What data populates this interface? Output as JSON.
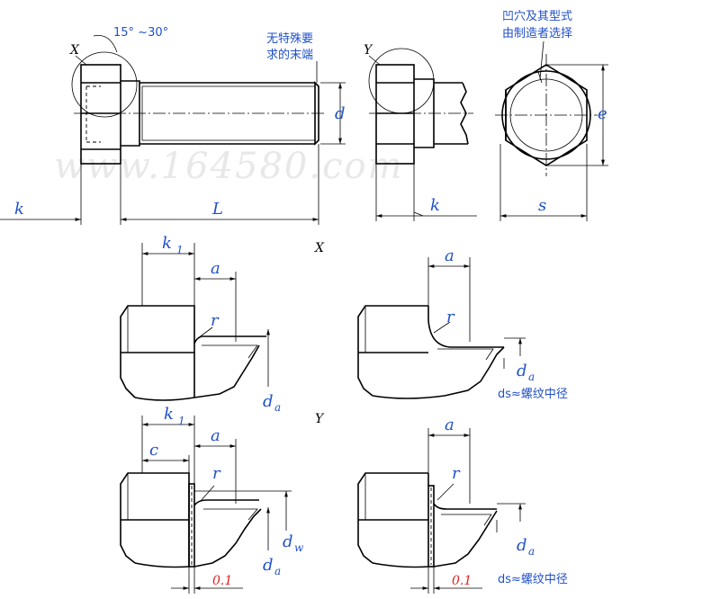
{
  "watermark": "www.164580.com",
  "top": {
    "view_label_x": "X",
    "view_label_y": "Y",
    "angle": "15° ~30°",
    "end_note_line1": "无特殊要",
    "end_note_line2": "求的末端",
    "recess_note_line1": "凹穴及其型式",
    "recess_note_line2": "由制造者选择",
    "dim_d": "d",
    "dim_e": "e",
    "dim_k_left": "k",
    "dim_L": "L",
    "dim_k_side": "k",
    "dim_s": "s"
  },
  "detail_x": {
    "title": "X",
    "left": {
      "k": "k",
      "k_sub": "1",
      "a": "a",
      "r": "r",
      "d": "d",
      "d_sub": "a"
    },
    "right": {
      "a": "a",
      "r": "r",
      "d": "d",
      "d_sub": "a",
      "note": "ds≈螺纹中径"
    }
  },
  "detail_y": {
    "title": "Y",
    "left": {
      "k": "k",
      "k_sub": "1",
      "c": "c",
      "a": "a",
      "r": "r",
      "dw": "d",
      "dw_sub": "w",
      "da": "d",
      "da_sub": "a",
      "tol": "0.1"
    },
    "right": {
      "a": "a",
      "r": "r",
      "d": "d",
      "d_sub": "a",
      "tol": "0.1",
      "note": "ds≈螺纹中径"
    }
  }
}
